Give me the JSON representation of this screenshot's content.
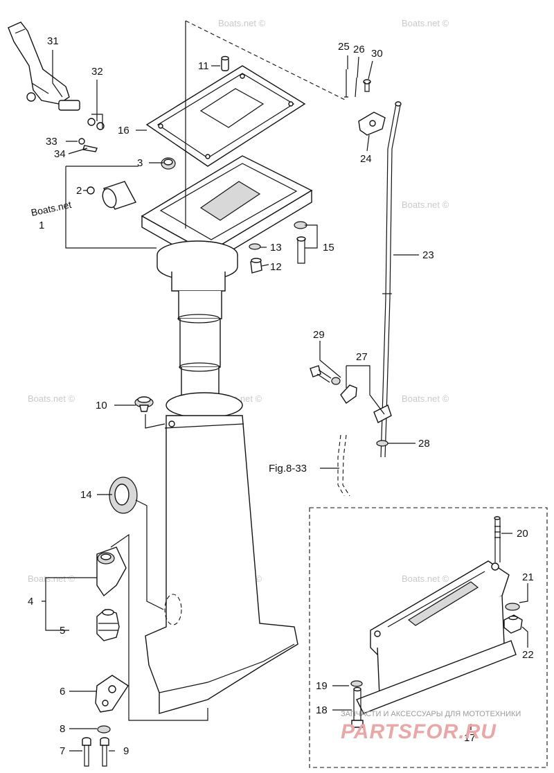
{
  "watermark_text": "Boats.net ©",
  "corner_label": "Boats.net",
  "ref_text": "Fig.8-33",
  "brand": {
    "tagline": "ЗАПЧАСТИ И АКСЕССУАРЫ ДЛЯ МОТОТЕХНИКИ",
    "logo": "PARTSFOR.RU"
  },
  "callouts": {
    "n1": "1",
    "n2": "2",
    "n3": "3",
    "n4": "4",
    "n5": "5",
    "n6": "6",
    "n7": "7",
    "n8": "8",
    "n9": "9",
    "n10": "10",
    "n11": "11",
    "n12": "12",
    "n13": "13",
    "n14": "14",
    "n15": "15",
    "n16": "16",
    "n17": "17",
    "n18": "18",
    "n19": "19",
    "n20": "20",
    "n21": "21",
    "n22": "22",
    "n23": "23",
    "n24": "24",
    "n25": "25",
    "n26": "26",
    "n27": "27",
    "n28": "28",
    "n29": "29",
    "n30": "30",
    "n31": "31",
    "n32": "32",
    "n33": "33",
    "n34": "34"
  }
}
